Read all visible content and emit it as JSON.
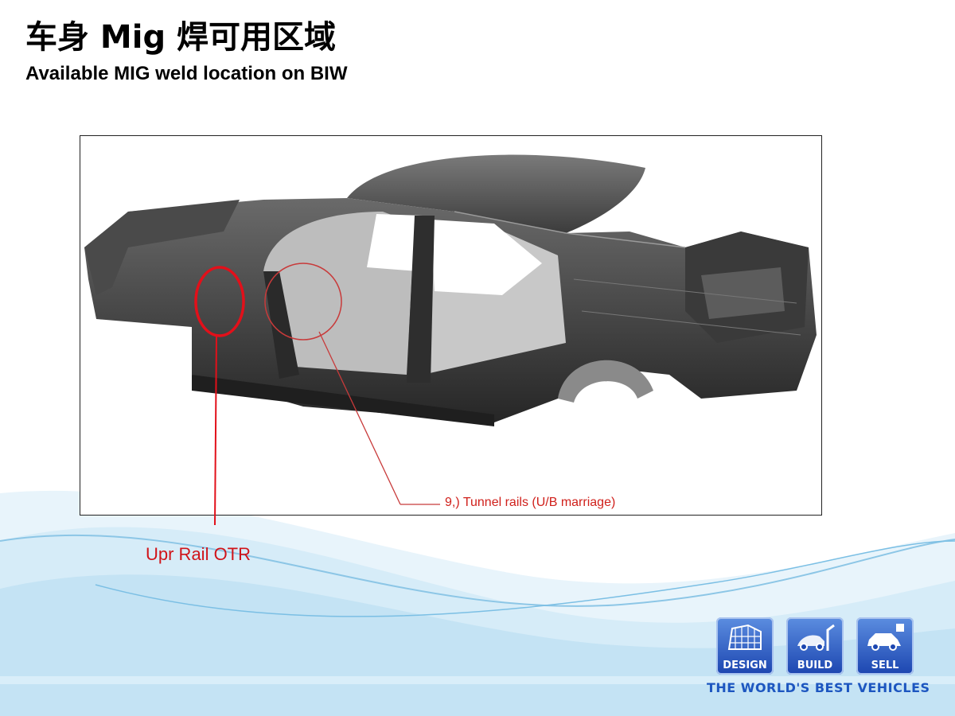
{
  "title_cn": "车身 Mig 焊可用区域",
  "title_en": "Available MIG weld location on BIW",
  "figure": {
    "callout_tunnel": "9,) Tunnel rails (U/B marriage)",
    "callout_upr_rail": "Upr Rail OTR"
  },
  "logo": {
    "tiles": [
      {
        "label": "DESIGN",
        "icon": "design-grid-icon"
      },
      {
        "label": "BUILD",
        "icon": "build-robot-icon"
      },
      {
        "label": "SELL",
        "icon": "sell-car-icon"
      }
    ],
    "tagline": "THE WORLD'S BEST VEHICLES"
  },
  "colors": {
    "callout_red": "#d0141a",
    "brand_blue": "#1d56c0",
    "wave_blue": "#bfe0f2"
  }
}
